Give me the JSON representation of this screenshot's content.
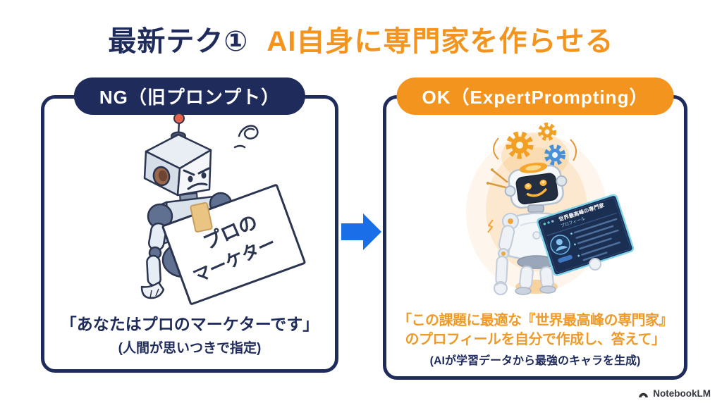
{
  "slide": {
    "title": {
      "prefix": "最新テク①",
      "highlight": "AI自身に専門家を作らせる"
    },
    "ng_panel": {
      "header": "NG（旧プロンプト）",
      "sign": {
        "line1": "プロの",
        "line2": "マーケター"
      },
      "caption": "「あなたはプロのマーケターです」",
      "subcaption": "(人間が思いつきで指定)"
    },
    "ok_panel": {
      "header": "OK（ExpertPrompting）",
      "profile_card": {
        "title": "世界最高峰の専門家",
        "subtitle": "プロフィール"
      },
      "caption_line1": "「この課題に最適な『世界最高峰の専門家』",
      "caption_line2": "のプロフィールを自分で作成し、答えて」",
      "subcaption": "(AIが学習データから最強のキャラを生成)"
    },
    "arrow": {
      "direction": "right"
    },
    "footer": {
      "brand": "NotebookLM"
    },
    "colors": {
      "navy": "#1f2b5b",
      "orange": "#f2941d",
      "arrow_blue": "#1a6ee8",
      "caption_orange": "#ee9a28"
    }
  }
}
